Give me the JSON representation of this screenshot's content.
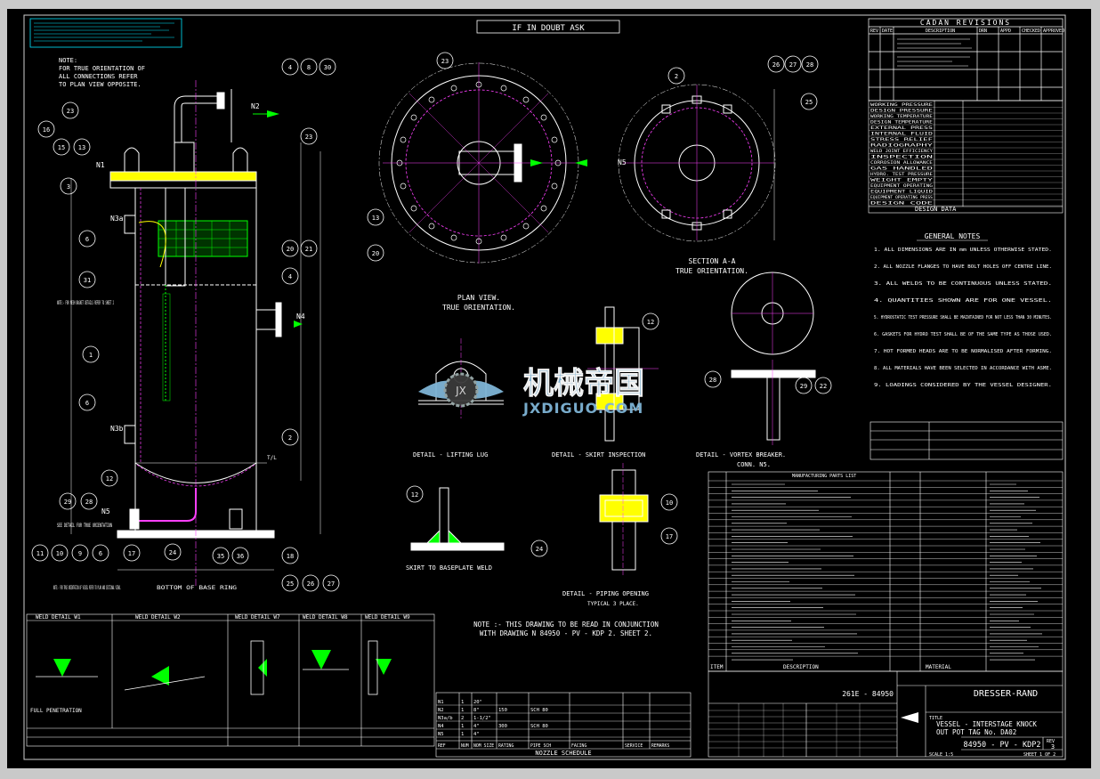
{
  "colors": {
    "bg": "#000000",
    "line": "#ffffff",
    "cyan": "#00e5ff",
    "yellow": "#ffff00",
    "green": "#00ff00",
    "magenta": "#ff40ff",
    "red": "#ff3030",
    "frame": "#d0d0d0"
  },
  "header": {
    "doubt": "IF IN DOUBT ASK"
  },
  "notes": {
    "title": "NOTE:",
    "l1": "FOR TRUE ORIENTATION OF",
    "l2": "ALL CONNECTIONS REFER",
    "l3": "TO PLAN VIEW OPPOSITE."
  },
  "elevation": {
    "nozzles": {
      "n1": "N1",
      "n2": "N2",
      "n3a": "N3a",
      "n3b": "N3b",
      "n4": "N4",
      "n5": "N5"
    },
    "labels": {
      "mesh": "NOTE:- FOR MESH BASKET DETAILS REFER TO SHEET 2",
      "skirt": "SEE DETAIL FOR TRUE ORIENTATION",
      "skirtnote": "NOTE:- FOR TRUE ORIENTATION OF VESSEL REFER TO PLAN AND SECTIONAL VIEWS.",
      "tl": "T/L",
      "bottom": "BOTTOM OF BASE RING"
    }
  },
  "balloons": {
    "b1": "1",
    "b2": "2",
    "b3": "3",
    "b4": "4",
    "b6": "6",
    "b8": "8",
    "b9": "9",
    "b10": "10",
    "b11": "11",
    "b12": "12",
    "b13": "13",
    "b15": "15",
    "b16": "16",
    "b17": "17",
    "b18": "18",
    "b20": "20",
    "b21": "21",
    "b22": "22",
    "b23": "23",
    "b24": "24",
    "b25": "25",
    "b26": "26",
    "b27": "27",
    "b28": "28",
    "b29": "29",
    "b30": "30",
    "b31": "31",
    "b35": "35",
    "b36": "36"
  },
  "views": {
    "plan": "PLAN VIEW.",
    "planSub": "TRUE ORIENTATION.",
    "section": "SECTION A-A",
    "sectionSub": "TRUE ORIENTATION.",
    "lug": "DETAIL - LIFTING LUG",
    "skirtInsp": "DETAIL - SKIRT INSPECTION",
    "vortex": "DETAIL - VORTEX BREAKER.",
    "vortexSub": "CONN. N5.",
    "baseplate": "SKIRT TO BASEPLATE WELD",
    "piping": "DETAIL - PIPING OPENING",
    "pipingSub": "TYPICAL 3 PLACE."
  },
  "revisions": {
    "title": "CADAN REVISIONS",
    "headers": [
      "REV",
      "DATE",
      "DESCRIPTION",
      "DRN",
      "APPD",
      "CHECKED",
      "APPROVED"
    ]
  },
  "designData": {
    "title": "DESIGN DATA",
    "rows": [
      "WORKING PRESSURE",
      "DESIGN PRESSURE",
      "WORKING TEMPERATURE",
      "DESIGN TEMPERATURE",
      "EXTERNAL PRESS",
      "INTERNAL FLUID",
      "STRESS RELIEF",
      "RADIOGRAPHY",
      "WELD JOINT EFFICIENCY",
      "INSPECTION",
      "CORROSION ALLOWANCE",
      "GAS HANDLED",
      "HYDRO. TEST PRESSURE",
      "WEIGHT EMPTY",
      "EQUIPMENT OPERATING",
      "EQUIPMENT LIQUID",
      "EQUIPMENT OPERATING PRESS",
      "DESIGN CODE"
    ]
  },
  "generalNotes": {
    "title": "GENERAL NOTES",
    "items": [
      "1. ALL DIMENSIONS ARE IN mm UNLESS OTHERWISE STATED.",
      "2. ALL NOZZLE FLANGES TO HAVE BOLT HOLES OFF CENTRE LINE.",
      "3. ALL WELDS TO BE CONTINUOUS UNLESS STATED.",
      "4. QUANTITIES SHOWN ARE FOR ONE VESSEL.",
      "5. HYDROSTATIC TEST PRESSURE SHALL BE MAINTAINED FOR NOT LESS THAN 30 MINUTES.",
      "6. GASKETS FOR HYDRO TEST SHALL BE OF THE SAME TYPE AS THOSE USED.",
      "7. HOT FORMED HEADS ARE TO BE NORMALISED AFTER FORMING.",
      "8. ALL MATERIALS HAVE BEEN SELECTED IN ACCORDANCE WITH ASME.",
      "9. LOADINGS CONSIDERED BY THE VESSEL DESIGNER."
    ]
  },
  "parts": {
    "title": "MANUFACTURING PARTS LIST",
    "footer": [
      "ITEM",
      "DESCRIPTION",
      "MATERIAL"
    ]
  },
  "nozzleSchedule": {
    "title": "NOZZLE SCHEDULE",
    "headers": [
      "REF",
      "NUM",
      "NOM SIZE",
      "RATING",
      "PIPE SCH",
      "FACING",
      "SERVICE",
      "REMARKS"
    ],
    "rows": [
      [
        "N1",
        "1",
        "20\"",
        "",
        "",
        "",
        "",
        ""
      ],
      [
        "N2",
        "1",
        "8\"",
        "150",
        "SCH 80",
        "",
        "",
        ""
      ],
      [
        "N3a/b",
        "2",
        "1-1/2\"",
        "",
        "",
        "",
        "",
        ""
      ],
      [
        "N4",
        "1",
        "4\"",
        "300",
        "SCH 80",
        "",
        "",
        ""
      ],
      [
        "N5",
        "1",
        "4\"",
        "",
        "",
        "",
        "",
        ""
      ]
    ]
  },
  "drawingNote": {
    "l1": "NOTE :- THIS DRAWING TO BE READ IN CONJUNCTION",
    "l2": "WITH DRAWING N 84950 - PV - KDP 2. SHEET 2."
  },
  "weldDetails": {
    "w1": "WELD DETAIL W1",
    "w2": "WELD DETAIL W2",
    "w7": "WELD DETAIL W7",
    "w8": "WELD DETAIL W8",
    "w9": "WELD DETAIL W9",
    "pen": "FULL PENETRATION"
  },
  "titleBlock": {
    "company": "DRESSER-RAND",
    "jobNo": "261E - 84950",
    "titleLine1": "VESSEL - INTERSTAGE KNOCK",
    "titleLine2": "OUT POT TAG No. DA02",
    "drawingNo": "84950 - PV - KDP2",
    "revLabel": "REV",
    "rev": "3",
    "labelTitle": "TITLE",
    "scale": "SCALE 1:5",
    "sheet": "SHEET 1 OF 2"
  },
  "watermark": {
    "cn": "机械帝国",
    "url": "JXDIGUO.COM"
  }
}
